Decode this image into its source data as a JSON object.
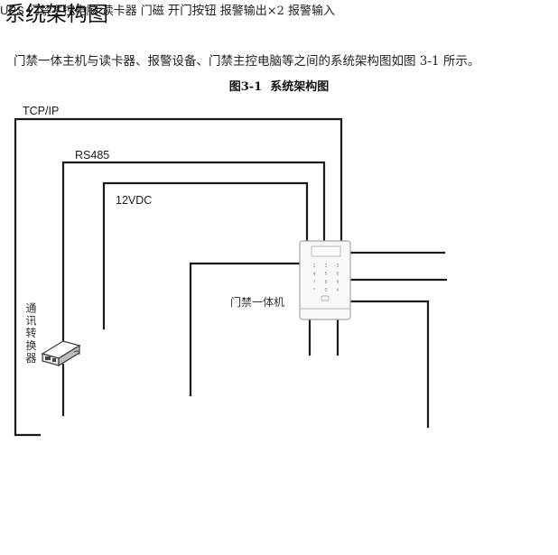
{
  "document": {
    "heading": "系统架构图",
    "intro_paragraph": "门禁一体主机与读卡器、报警设备、门禁主控电脑等之间的系统架构图如图 3-1 所示。",
    "figure_caption": "图3-1  系统架构图"
  },
  "diagram": {
    "connections": {
      "tcp_ip": "TCP/IP",
      "rs485": "RS485",
      "power": "12VDC"
    },
    "labels": {
      "controller": "门禁一体机",
      "converter": "通讯转换器",
      "ups": "UPS",
      "host_pc": "门禁主控电脑",
      "card_reader": "读卡器",
      "door_sensor": "门磁",
      "exit_button": "开门按钮",
      "alarm_output": "报警输出×2",
      "alarm_input": "报警输入"
    },
    "keypad_keys": [
      "1",
      "2",
      "3",
      "4",
      "5",
      "6",
      "7",
      "8",
      "9",
      "*",
      "0",
      "#"
    ],
    "colors": {
      "wire": "#1a1a1a",
      "siren": "#e0382a",
      "strobe": "#c8101a",
      "beam_detector": "#1b2a4e",
      "monitor_screen": "#2aa6e6",
      "door": "#000000"
    }
  }
}
